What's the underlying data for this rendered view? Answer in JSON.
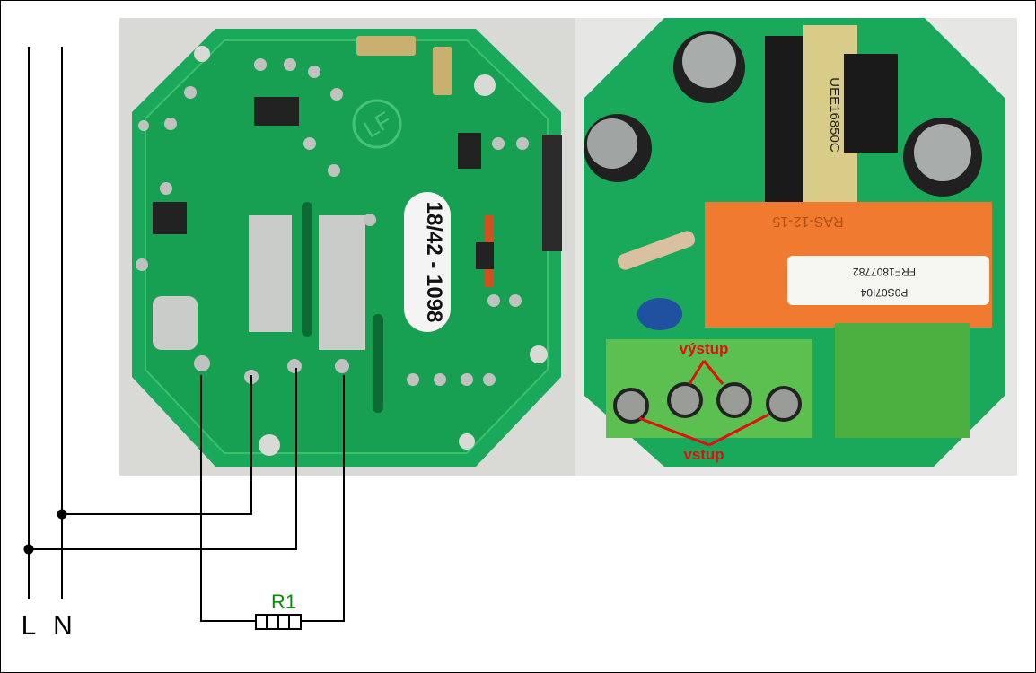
{
  "diagram": {
    "terminals": {
      "line": "L",
      "neutral": "N"
    },
    "resistor": {
      "label": "R1",
      "color": "#0a8a0a"
    },
    "left_photo": {
      "board_label": "18/42 - 1098",
      "logo": "LF"
    },
    "right_photo": {
      "output_label": "výstup",
      "input_label": "vstup",
      "annotation_color": "#e01010",
      "sticker_line1": "FRF1807782",
      "sticker_line2": "P0S07I04",
      "relay_text": "RAS-12-15",
      "transformer_text": "UEE16850C"
    }
  }
}
